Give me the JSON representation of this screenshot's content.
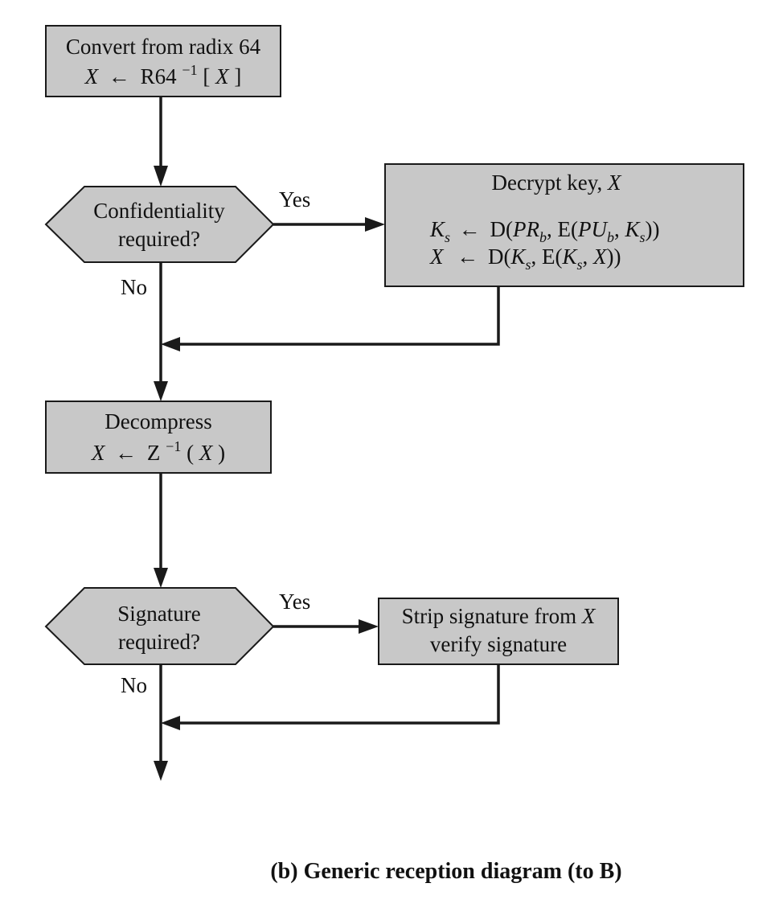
{
  "diagram": {
    "box1": {
      "line1": "Convert from radix 64",
      "x": "X",
      "arrow": "←",
      "func": "R64",
      "sup": "−1",
      "arg_open": "[",
      "arg": "X",
      "arg_close": "]"
    },
    "decision1": {
      "line1": "Confidentiality",
      "line2": "required?",
      "yes_label": "Yes",
      "no_label": "No"
    },
    "box2": {
      "title": "Decrypt key, ",
      "title_var": "X",
      "eq1": {
        "lhs": "K",
        "lhs_sub": "s",
        "arrow": "←",
        "p1": "D(",
        "v1": "PR",
        "v1_sub": "b",
        "p2": ", E(",
        "v2": "PU",
        "v2_sub": "b",
        "p3": ", ",
        "v3": "K",
        "v3_sub": "s",
        "p4": "))"
      },
      "eq2": {
        "lhs": "X",
        "arrow": "←",
        "p1": "D(",
        "v1": "K",
        "v1_sub": "s",
        "p2": ", E(",
        "v2": "K",
        "v2_sub": "s",
        "p3": ", ",
        "v3": "X",
        "p4": "))"
      }
    },
    "box3": {
      "line1": "Decompress",
      "x": "X",
      "arrow": "←",
      "func": "Z",
      "sup": "−1",
      "arg_open": "(",
      "arg": "X",
      "arg_close": ")"
    },
    "decision2": {
      "line1": "Signature",
      "line2": "required?",
      "yes_label": "Yes",
      "no_label": "No"
    },
    "box4": {
      "line1": "Strip signature from ",
      "line1_var": "X",
      "line2": "verify signature"
    }
  },
  "caption": "(b) Generic reception diagram (to B)",
  "colors": {
    "box_fill": "#c8c8c8",
    "stroke": "#1a1a1a",
    "background": "#ffffff"
  }
}
